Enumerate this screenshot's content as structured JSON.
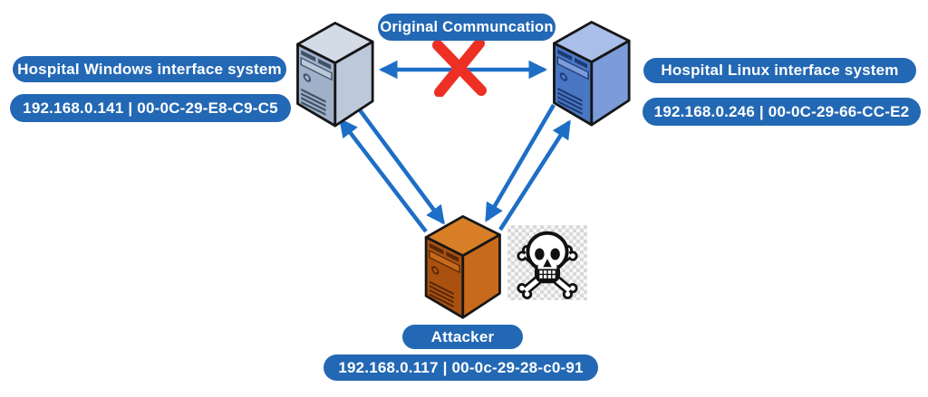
{
  "diagram": {
    "title": "Original Communcation",
    "nodes": {
      "windows": {
        "label": "Hospital Windows interface system",
        "address": "192.168.0.141 | 00-0C-29-E8-C9-C5",
        "icon": "server-tower-icon"
      },
      "linux": {
        "label": "Hospital Linux interface system",
        "address": "192.168.0.246 | 00-0C-29-66-CC-E2",
        "icon": "server-tower-icon"
      },
      "attacker": {
        "label": "Attacker",
        "address": "192.168.0.117 | 00-0c-29-28-c0-91",
        "icon": "server-tower-icon",
        "extra_icon": "skull-crossbones-icon"
      }
    },
    "edges": [
      {
        "from": "windows",
        "to": "linux",
        "type": "bidirectional",
        "status": "blocked",
        "label": "Original Communcation"
      },
      {
        "from": "attacker",
        "to": "windows",
        "type": "one-way"
      },
      {
        "from": "windows",
        "to": "attacker",
        "type": "one-way"
      },
      {
        "from": "linux",
        "to": "attacker",
        "type": "one-way"
      },
      {
        "from": "attacker",
        "to": "linux",
        "type": "one-way"
      }
    ]
  },
  "colors": {
    "pill-blue": "#2368b4",
    "pill-text": "#ffffff",
    "arrow-blue": "#1d6ec6",
    "x-red": "#ed2f24",
    "outline": "#161616",
    "win-front": "#9fb0c9",
    "win-side": "#bdc9da",
    "win-top": "#d3dbe7",
    "win-detail": "#3e4f66",
    "lin-front": "#4a77c4",
    "lin-side": "#7b9cd9",
    "lin-top": "#a9bee9",
    "lin-detail": "#1d3a74",
    "atk-front": "#aa5110",
    "atk-side": "#c76a1c",
    "atk-top": "#d87e26",
    "atk-detail": "#57290a",
    "checker": "#d9d9d9",
    "bone-outline": "#111111",
    "bone-fill": "#ffffff"
  }
}
